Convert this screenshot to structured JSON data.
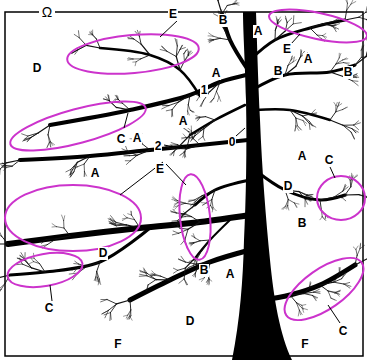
{
  "diagram": {
    "labels": [
      "Ω",
      "E",
      "B",
      "A",
      "E",
      "A",
      "D",
      "A",
      "B",
      "B",
      "1",
      "A",
      "0",
      "C",
      "A",
      "2",
      "A",
      "C",
      "E",
      "A",
      "D",
      "B",
      "D",
      "B",
      "A",
      "C",
      "C",
      "D",
      "F",
      "F"
    ]
  }
}
